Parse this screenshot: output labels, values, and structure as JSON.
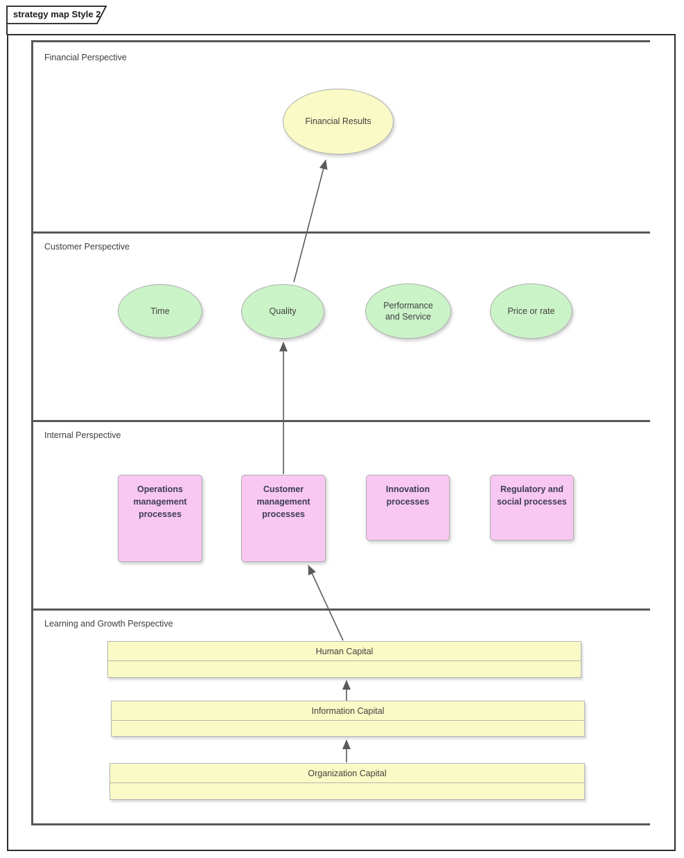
{
  "diagram": {
    "title": "strategy map Style 2",
    "type": "strategy-map",
    "bands": {
      "financial": "Financial Perspective",
      "customer": "Customer Perspective",
      "internal": "Internal Perspective",
      "learning": "Learning and Growth Perspective"
    },
    "nodes": {
      "financial_results": "Financial Results",
      "time": "Time",
      "quality": "Quality",
      "performance": "Performance and Service",
      "price": "Price or rate",
      "operations": "Operations management processes",
      "customer_mgmt": "Customer management processes",
      "innovation": "Innovation processes",
      "regulatory": "Regulatory and social processes",
      "human_capital": "Human Capital",
      "information_capital": "Information Capital",
      "organization_capital": "Organization Capital"
    },
    "connections": [
      {
        "from": "Organization Capital",
        "to": "Information Capital"
      },
      {
        "from": "Information Capital",
        "to": "Human Capital"
      },
      {
        "from": "Human Capital",
        "to": "Customer management processes"
      },
      {
        "from": "Customer management processes",
        "to": "Quality"
      },
      {
        "from": "Quality",
        "to": "Financial Results"
      }
    ],
    "colors": {
      "goal_fill": "#FAFAC6",
      "customer_fill": "#CBF3C8",
      "process_fill": "#F8C7F2",
      "node_border": "#ADADAD",
      "lane_line": "#575757",
      "frame_border": "#2D2D2D",
      "arrow": "#5A5A5A",
      "text": "#3F3F3F"
    }
  }
}
